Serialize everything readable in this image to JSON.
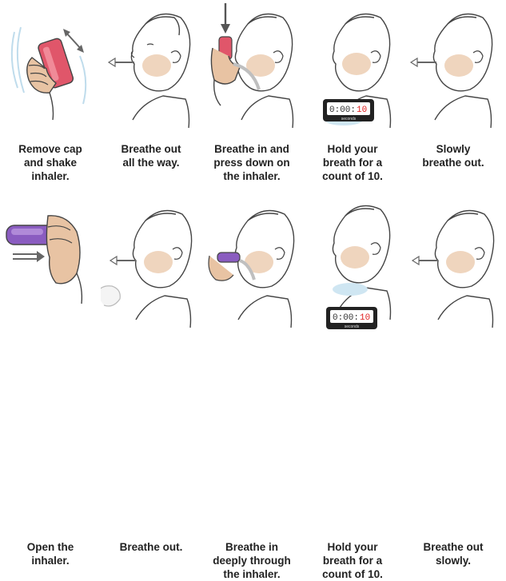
{
  "steps_row1": [
    {
      "caption": "Remove cap\nand shake\ninhaler."
    },
    {
      "caption": "Breathe out\nall the way."
    },
    {
      "caption": "Breathe in and\npress down on\nthe inhaler."
    },
    {
      "caption": "Hold your\nbreath for a\ncount of 10."
    },
    {
      "caption": "Slowly\nbreathe out."
    }
  ],
  "steps_row2": [
    {
      "caption": "Open the\ninhaler."
    },
    {
      "caption": "Breathe out."
    },
    {
      "caption": "Breathe in\ndeeply through\nthe inhaler."
    },
    {
      "caption": "Hold your\nbreath for a\ncount of 10."
    },
    {
      "caption": "Breathe out\nslowly."
    }
  ],
  "timer": {
    "prefix": "0:00:",
    "count": "10",
    "unit": "seconds"
  },
  "colors": {
    "skin": "#e8c3a3",
    "line": "#444444",
    "inhaler_red": "#e0566a",
    "inhaler_purple": "#8a5cc0",
    "timer_red": "#e02020",
    "breath_blue": "#cfe6f2"
  }
}
